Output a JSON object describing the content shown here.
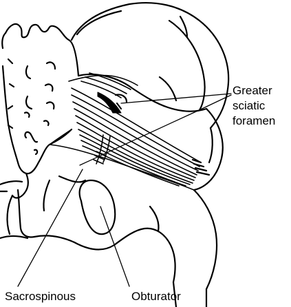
{
  "colors": {
    "line": "#000000",
    "background": "#ffffff"
  },
  "labels": {
    "greater_sciatic_foramen": [
      "Greater",
      "sciatic",
      "foramen"
    ],
    "sacrospinous": "Sacrospinous",
    "obturator": "Obturator"
  }
}
